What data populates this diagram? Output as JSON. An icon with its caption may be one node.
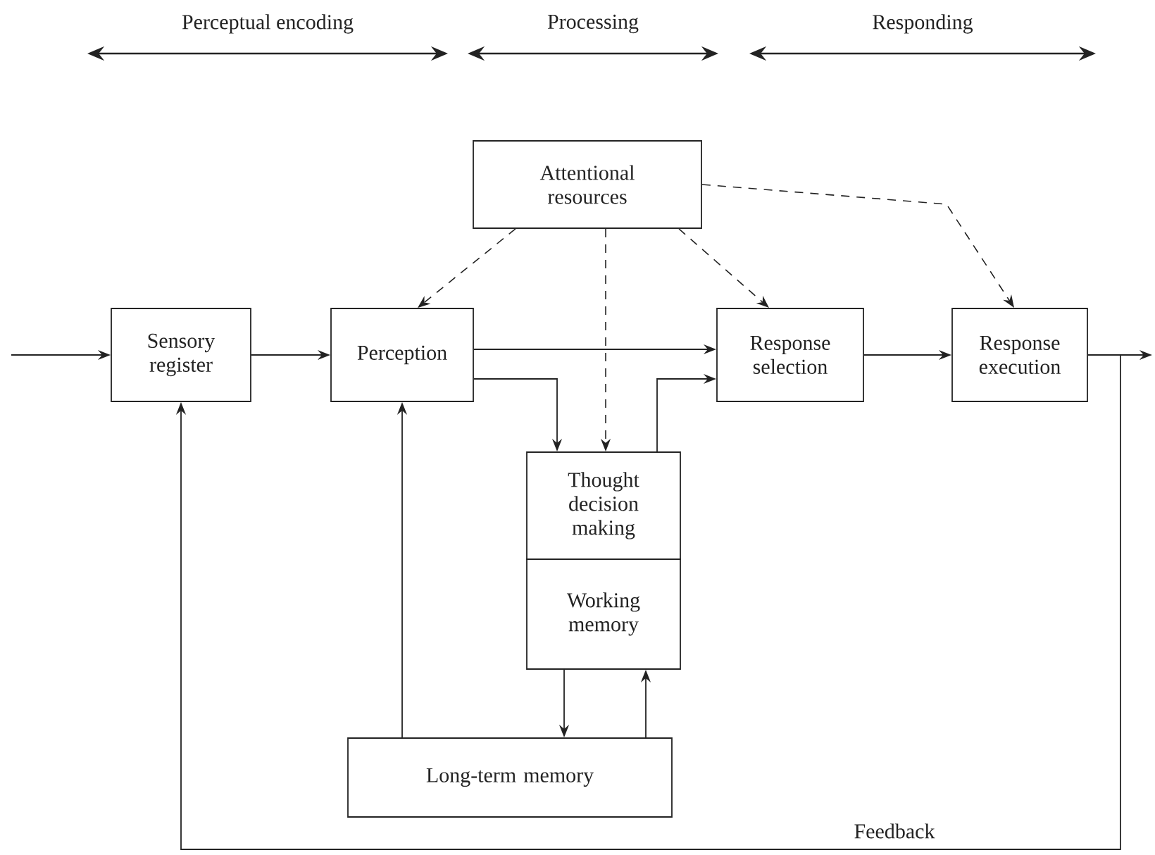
{
  "diagram": {
    "nodes": [
      {
        "text": [
          "Attentional resources"
        ]
      },
      {
        "text": [
          "Sensory register"
        ]
      },
      {
        "text": [
          "Perception"
        ]
      },
      {
        "text": [
          "Response selection"
        ]
      },
      {
        "text": [
          "Response execution"
        ]
      },
      {
        "text": [
          "Thought decision making"
        ]
      },
      {
        "text": [
          "Working memory"
        ]
      },
      {
        "text": [
          "Long-term memory"
        ]
      }
    ],
    "edges": [
      {
        "from": null,
        "to": 1,
        "arrow": "to"
      },
      {
        "from": 1,
        "to": 2,
        "arrow": "to"
      },
      {
        "from": 2,
        "to": 3,
        "arrow": "to"
      },
      {
        "from": 2,
        "to": 5,
        "arrow": "to"
      },
      {
        "from": 5,
        "to": 3,
        "arrow": "to"
      },
      {
        "from": 3,
        "to": 4,
        "arrow": "to"
      },
      {
        "from": 4,
        "to": null,
        "arrow": "to"
      },
      {
        "from": 0,
        "to": 2,
        "arrow": "to",
        "style": "dashed"
      },
      {
        "from": 0,
        "to": 5,
        "arrow": "to",
        "style": "dashed"
      },
      {
        "from": 0,
        "to": 3,
        "arrow": "to",
        "style": "dashed"
      },
      {
        "from": 0,
        "to": 4,
        "arrow": "to",
        "style": "dashed"
      },
      {
        "from": 6,
        "to": 7,
        "arrow": "to"
      },
      {
        "from": 7,
        "to": 6,
        "arrow": "to"
      },
      {
        "from": 7,
        "to": 2,
        "arrow": "to"
      },
      {
        "from": 4,
        "to": 1,
        "arrow": "to",
        "label": "Feedback"
      }
    ],
    "labels": [
      "Perceptual encoding",
      "Processing",
      "Responding"
    ]
  }
}
